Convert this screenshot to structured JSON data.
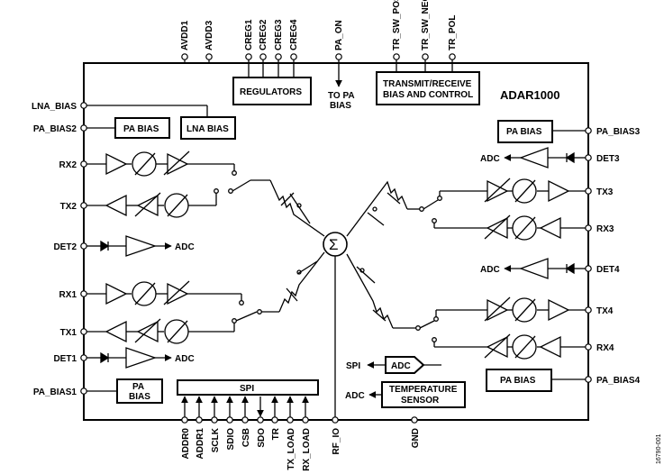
{
  "chip_name": "ADAR1000",
  "figure_id": "16790-001",
  "pins": {
    "top": [
      "AVDD1",
      "AVDD3",
      "CREG1",
      "CREG2",
      "CREG3",
      "CREG4",
      "PA_ON",
      "TR_SW_POS",
      "TR_SW_NEG",
      "TR_POL"
    ],
    "left": [
      "LNA_BIAS",
      "PA_BIAS2",
      "RX2",
      "TX2",
      "DET2",
      "RX1",
      "TX1",
      "DET1",
      "PA_BIAS1"
    ],
    "right": [
      "PA_BIAS3",
      "DET3",
      "TX3",
      "RX3",
      "DET4",
      "TX4",
      "RX4",
      "PA_BIAS4"
    ],
    "bottom": [
      "ADDR0",
      "ADDR1",
      "SCLK",
      "SDIO",
      "CSB",
      "SDO",
      "TR",
      "TX_LOAD",
      "RX_LOAD",
      "RF_IO",
      "GND"
    ]
  },
  "blocks": {
    "regulators": "REGULATORS",
    "to_pa_bias_line1": "TO PA",
    "to_pa_bias_line2": "BIAS",
    "tr_bias_line1": "TRANSMIT/RECEIVE",
    "tr_bias_line2": "BIAS AND CONTROL",
    "pa_bias": "PA BIAS",
    "lna_bias": "LNA BIAS",
    "pa_bias1_line1": "PA",
    "pa_bias1_line2": "BIAS",
    "spi_block": "SPI",
    "adc_block": "ADC",
    "spi_label": "SPI",
    "temp_line1": "TEMPERATURE",
    "temp_line2": "SENSOR",
    "combiner": "Σ"
  },
  "adc_labels": {
    "det2": "ADC",
    "det1": "ADC",
    "det3": "ADC",
    "det4": "ADC",
    "temp": "ADC"
  }
}
